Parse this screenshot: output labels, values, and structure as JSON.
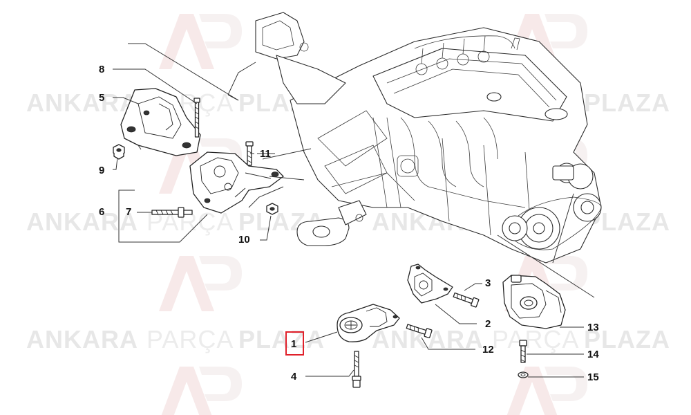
{
  "diagram": {
    "watermark": {
      "brand_strong_1": "ANKARA",
      "brand_light": "PARÇA",
      "brand_strong_2": "PLAZA",
      "logo_letters": "AP"
    },
    "callouts": [
      {
        "id": "1",
        "label": "1",
        "highlighted": true
      },
      {
        "id": "2",
        "label": "2"
      },
      {
        "id": "3",
        "label": "3"
      },
      {
        "id": "4",
        "label": "4"
      },
      {
        "id": "5",
        "label": "5"
      },
      {
        "id": "6",
        "label": "6"
      },
      {
        "id": "7",
        "label": "7"
      },
      {
        "id": "8",
        "label": "8"
      },
      {
        "id": "9",
        "label": "9"
      },
      {
        "id": "10",
        "label": "10"
      },
      {
        "id": "11",
        "label": "11"
      },
      {
        "id": "12",
        "label": "12"
      },
      {
        "id": "13",
        "label": "13"
      },
      {
        "id": "14",
        "label": "14"
      },
      {
        "id": "15",
        "label": "15"
      }
    ],
    "colors": {
      "highlight_box": "#e0202a",
      "line_art": "#222222",
      "watermark_text": "#e7e7e7",
      "watermark_logo": "#f2dede"
    }
  }
}
